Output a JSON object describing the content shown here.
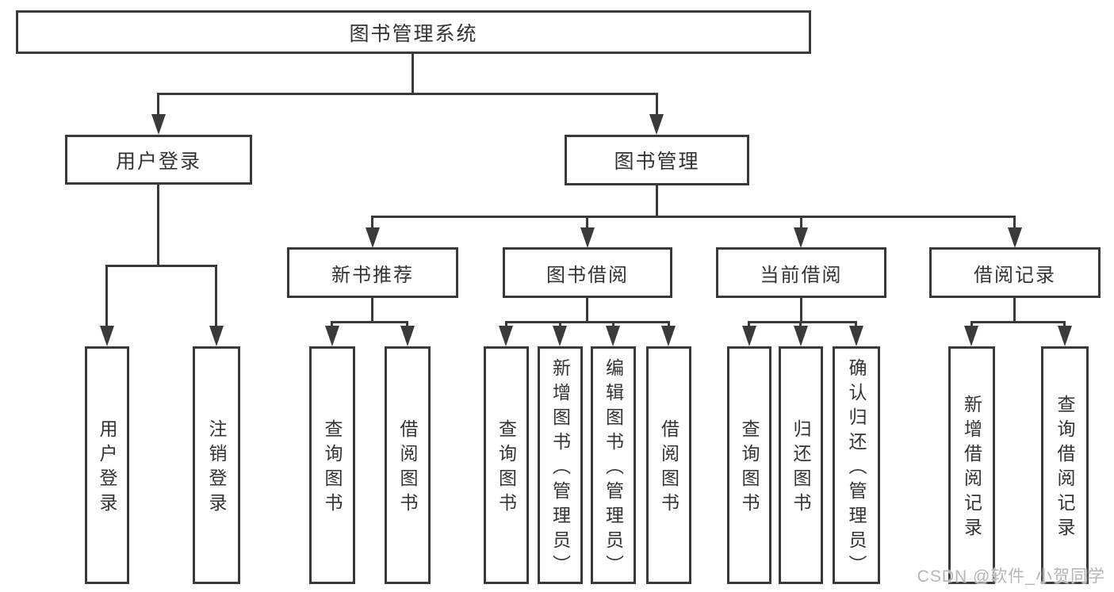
{
  "diagram_title": "图书管理系统",
  "colors": {
    "line": "#3a3a3a",
    "text": "#333333",
    "watermark": "#b5b5b5",
    "background": "#ffffff"
  },
  "watermark": {
    "text": "CSDN @软件_小贺同学"
  },
  "tree": {
    "label": "图书管理系统",
    "children": [
      {
        "label": "用户登录",
        "children": [
          {
            "label": "用户登录"
          },
          {
            "label": "注销登录"
          }
        ]
      },
      {
        "label": "图书管理",
        "children": [
          {
            "label": "新书推荐",
            "children": [
              {
                "label": "查询图书"
              },
              {
                "label": "借阅图书"
              }
            ]
          },
          {
            "label": "图书借阅",
            "children": [
              {
                "label": "查询图书"
              },
              {
                "label": "新增图书（管理员）"
              },
              {
                "label": "编辑图书（管理员）"
              },
              {
                "label": "借阅图书"
              }
            ]
          },
          {
            "label": "当前借阅",
            "children": [
              {
                "label": "查询图书"
              },
              {
                "label": "归还图书"
              },
              {
                "label": "确认归还（管理员）"
              }
            ]
          },
          {
            "label": "借阅记录",
            "children": [
              {
                "label": "新增借阅记录"
              },
              {
                "label": "查询借阅记录"
              }
            ]
          }
        ]
      }
    ]
  }
}
